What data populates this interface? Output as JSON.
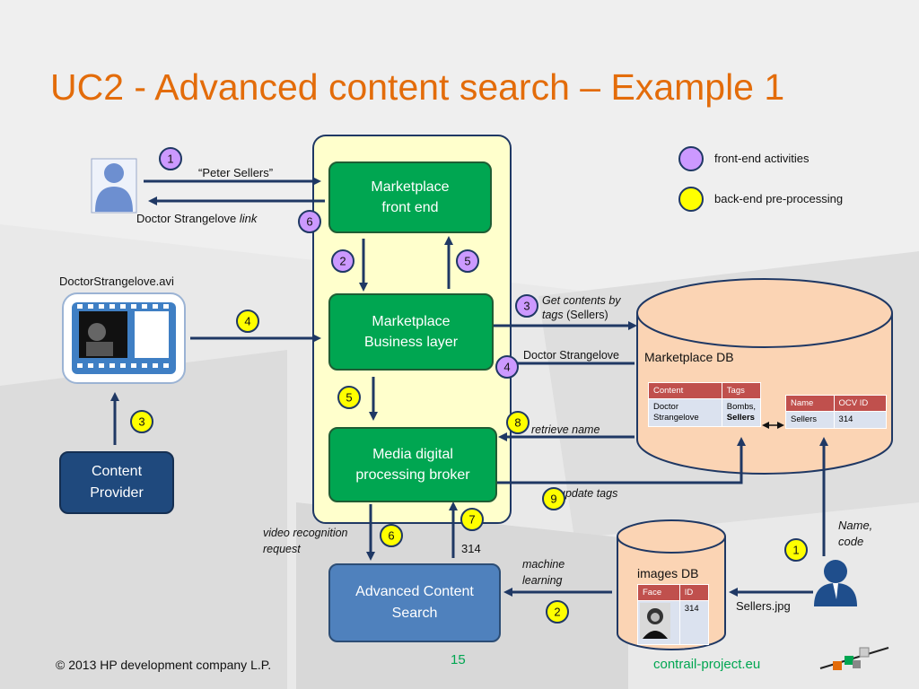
{
  "slide": {
    "title": "UC2 - Advanced content search – Example 1",
    "page_number": "15",
    "copyright": "© 2013 HP development company L.P.",
    "site": "contrail-project.eu"
  },
  "legend": {
    "front_end": "front-end activities",
    "back_end": "back-end pre-processing"
  },
  "boxes": {
    "marketplace_front_end": [
      "Marketplace",
      "front end"
    ],
    "marketplace_business_layer": [
      "Marketplace",
      "Business layer"
    ],
    "media_broker": [
      "Media digital",
      "processing broker"
    ],
    "advanced_content_search": [
      "Advanced Content",
      "Search"
    ],
    "content_provider": [
      "Content",
      "Provider"
    ]
  },
  "labels": {
    "peter_sellers": "“Peter Sellers”",
    "doctor_strangelove_link_text": "Doctor Strangelove ",
    "doctor_strangelove_link_word": "link",
    "avi_file": "DoctorStrangelove.avi",
    "get_contents_italic": "Get contents by",
    "get_contents_tags_italic": "tags",
    "get_contents_tags_plain": " (Sellers)",
    "doctor_strangelove_return": "Doctor Strangelove",
    "retrieve_name": "retrieve name",
    "update_tags": "update tags",
    "video_recognition_1": "video recognition",
    "video_recognition_2": "request",
    "result_314": "314",
    "machine_learning_1": "machine",
    "machine_learning_2": "learning",
    "sellers_jpg": "Sellers.jpg",
    "name_code_1": "Name,",
    "name_code_2": "code"
  },
  "marketplace_db": {
    "title": "Marketplace DB",
    "content_table": {
      "headers": [
        "Content",
        "Tags"
      ],
      "row": [
        "Doctor Strangelove",
        "Bombs,",
        "Sellers"
      ]
    },
    "ocv_table": {
      "headers": [
        "Name",
        "OCV ID"
      ],
      "row": [
        "Sellers",
        "314"
      ]
    }
  },
  "images_db": {
    "title": "images DB",
    "headers": [
      "Face",
      "ID"
    ],
    "row_id": "314"
  },
  "badges": {
    "s1_top": "1",
    "s6_link": "6",
    "s2_down": "2",
    "s5_up": "5",
    "s4_avi": "4",
    "s3_provider": "3",
    "s3_get": "3",
    "s4_return": "4",
    "s5_down": "5",
    "s8_retrieve": "8",
    "s9_update": "9",
    "s6_request": "6",
    "s7_result": "7",
    "s1_right": "1",
    "s2_learning": "2"
  },
  "colors": {
    "title": "#e36c0a",
    "purple_badge": "#cc99ff",
    "yellow_badge": "#ffff00",
    "green_box": "#00a651",
    "arrow": "#1f3864",
    "db_fill": "#fbd4b4",
    "panel_fill": "#ffffcc",
    "acs_box": "#4f81bd",
    "provider_box": "#1f497d"
  }
}
